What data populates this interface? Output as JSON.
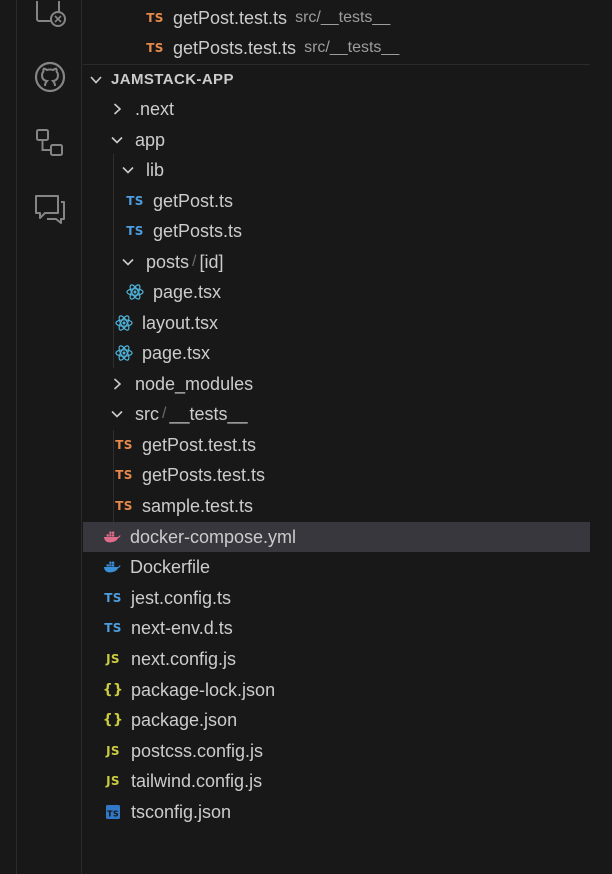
{
  "activity_bar": {
    "icons": [
      "remote-explorer-icon",
      "github-icon",
      "source-control-graph-icon",
      "comments-icon"
    ]
  },
  "open_editors": [
    {
      "name": "getPost.test.ts",
      "path": "src/__tests__"
    },
    {
      "name": "getPosts.test.ts",
      "path": "src/__tests__"
    }
  ],
  "workspace": {
    "title": "JAMSTACK-APP"
  },
  "tree": {
    "next": ".next",
    "app": "app",
    "lib": "lib",
    "getPost_ts": "getPost.ts",
    "getPosts_ts": "getPosts.ts",
    "posts": "posts",
    "id": "[id]",
    "page_tsx_inner": "page.tsx",
    "layout_tsx": "layout.tsx",
    "page_tsx": "page.tsx",
    "node_modules": "node_modules",
    "src": "src",
    "tests": "__tests__",
    "getPost_test": "getPost.test.ts",
    "getPosts_test": "getPosts.test.ts",
    "sample_test": "sample.test.ts",
    "docker_compose": "docker-compose.yml",
    "dockerfile": "Dockerfile",
    "jest_config": "jest.config.ts",
    "next_env": "next-env.d.ts",
    "next_config": "next.config.js",
    "package_lock": "package-lock.json",
    "package_json": "package.json",
    "postcss_config": "postcss.config.js",
    "tailwind_config": "tailwind.config.js",
    "tsconfig": "tsconfig.json"
  },
  "icon_text": {
    "ts": "TS",
    "js": "JS",
    "json": "{}"
  },
  "path_separator": "/",
  "colors": {
    "ts": "#4d9de0",
    "ts_test": "#e7894a",
    "js": "#cbcb41",
    "react": "#4fb3d9",
    "docker": "#3a8fd9",
    "docker_compose": "#e06c8b",
    "selected_bg": "#37373d"
  }
}
